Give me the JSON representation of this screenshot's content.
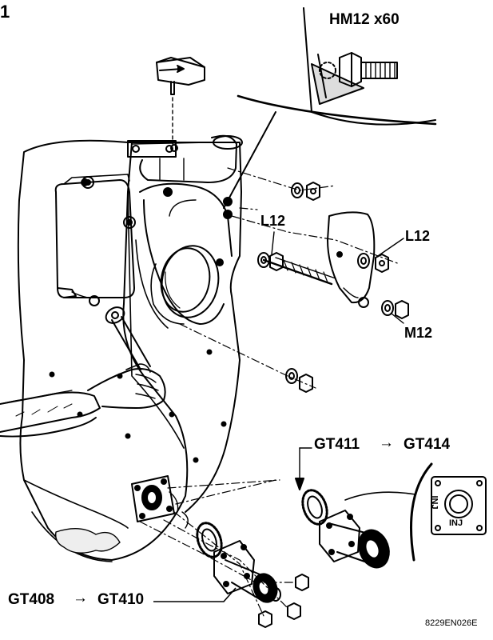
{
  "figure_number": "1",
  "labels": {
    "bolt_detail": "HM12 x60",
    "washer_left": "L12",
    "washer_right": "L12",
    "nut": "M12",
    "range_upper_from": "GT411",
    "range_upper_to": "GT414",
    "range_lower_from": "GT408",
    "range_lower_to": "GT410",
    "inj_plate_text": "INJ",
    "inj_plate_text_rotated": "INJ",
    "reference_code": "8229EN026E"
  }
}
